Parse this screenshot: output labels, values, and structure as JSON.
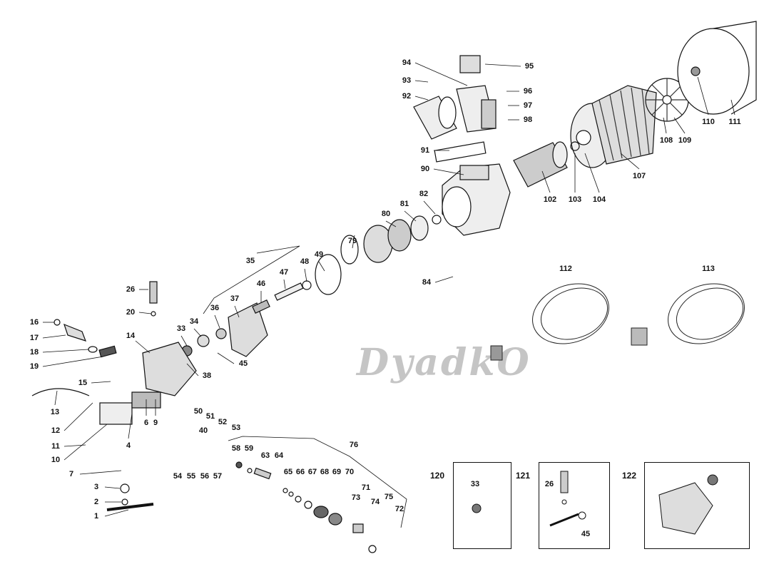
{
  "watermark": "DyadkO",
  "labels": {
    "l1": "1",
    "l2": "2",
    "l3": "3",
    "l4": "4",
    "l6": "6",
    "l7": "7",
    "l9": "9",
    "l10": "10",
    "l11": "11",
    "l12": "12",
    "l13": "13",
    "l14": "14",
    "l15": "15",
    "l16": "16",
    "l17": "17",
    "l18": "18",
    "l19": "19",
    "l20": "20",
    "l26": "26",
    "l33": "33",
    "l34": "34",
    "l35": "35",
    "l36": "36",
    "l37": "37",
    "l38": "38",
    "l40": "40",
    "l45": "45",
    "l46": "46",
    "l47": "47",
    "l48": "48",
    "l49": "49",
    "l50": "50",
    "l51": "51",
    "l52": "52",
    "l53": "53",
    "l54": "54",
    "l55": "55",
    "l56": "56",
    "l57": "57",
    "l58": "58",
    "l59": "59",
    "l63": "63",
    "l64": "64",
    "l65": "65",
    "l66": "66",
    "l67": "67",
    "l68": "68",
    "l69": "69",
    "l70": "70",
    "l71": "71",
    "l72": "72",
    "l73": "73",
    "l74": "74",
    "l75": "75",
    "l76": "76",
    "l79": "79",
    "l80": "80",
    "l81": "81",
    "l82": "82",
    "l84": "84",
    "l90": "90",
    "l91": "91",
    "l92": "92",
    "l93": "93",
    "l94": "94",
    "l95": "95",
    "l96": "96",
    "l97": "97",
    "l98": "98",
    "l102": "102",
    "l103": "103",
    "l104": "104",
    "l107": "107",
    "l108": "108",
    "l109": "109",
    "l110": "110",
    "l111": "111",
    "l112": "112",
    "l113": "113"
  },
  "insets": {
    "i120": {
      "title": "120",
      "part": "33"
    },
    "i121": {
      "title": "121",
      "part_a": "26",
      "part_b": "45"
    },
    "i122": {
      "title": "122"
    }
  }
}
